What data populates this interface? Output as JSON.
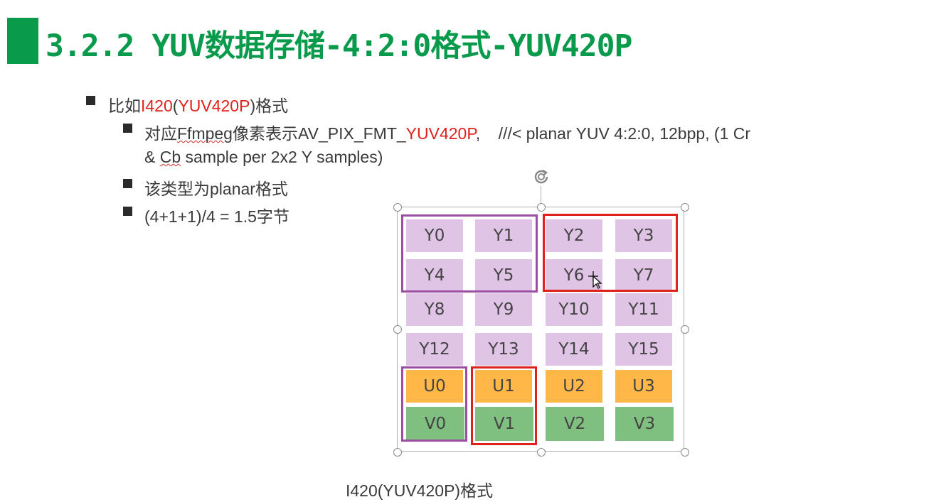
{
  "title": "3.2.2 YUV数据存储-4:2:0格式-YUV420P",
  "bullets": {
    "b1": {
      "pre": "比如",
      "red1": "I420",
      "mid": "(",
      "red2": "YUV420P",
      "post": ")格式"
    },
    "b2": {
      "pre": "对应",
      "squiggle": "Ffmpeg",
      "mid": "像素表示AV_PIX_FMT_",
      "red": "YUV420P",
      "post": ",    ///< planar YUV 4:2:0, 12bpp, (1 Cr",
      "line2_pre": "& ",
      "line2_squiggle": "Cb",
      "line2_post": " sample per 2x2 Y samples)"
    },
    "b3": "该类型为planar格式",
    "b4": "(4+1+1)/4 = 1.5字节"
  },
  "grid": {
    "y": [
      "Y0",
      "Y1",
      "Y2",
      "Y3",
      "Y4",
      "Y5",
      "Y6",
      "Y7",
      "Y8",
      "Y9",
      "Y10",
      "Y11",
      "Y12",
      "Y13",
      "Y14",
      "Y15"
    ],
    "u": [
      "U0",
      "U1",
      "U2",
      "U3"
    ],
    "v": [
      "V0",
      "V1",
      "V2",
      "V3"
    ]
  },
  "colors": {
    "title_green": "#0a9a4c",
    "y_fill": "#e0c4e6",
    "u_fill": "#ffb848",
    "v_fill": "#7fbf7f",
    "purple_outline": "#9a4fa0",
    "red_outline": "#e0221c"
  },
  "icons": {
    "rotate_handle": "rotate-icon",
    "cursor": "move-cursor-icon"
  },
  "caption": "I420(YUV420P)格式"
}
